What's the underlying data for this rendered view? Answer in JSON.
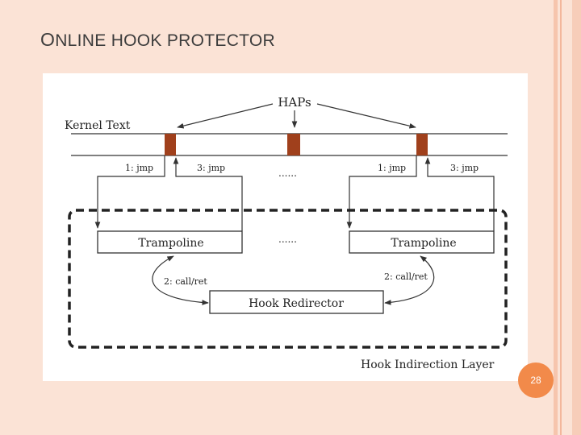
{
  "slide": {
    "title_first_letter": "O",
    "title_rest": "NLINE HOOK PROTECTOR",
    "page_number": "28"
  },
  "diagram": {
    "haps_label": "HAPs",
    "kernel_text_label": "Kernel Text",
    "ellipsis": "......",
    "jmp1_label": "1: jmp",
    "jmp3_label": "3: jmp",
    "trampoline_label": "Trampoline",
    "call_ret_label": "2: call/ret",
    "hook_redirector_label": "Hook Redirector",
    "layer_label": "Hook Indirection Layer"
  },
  "colors": {
    "background": "#fbe3d6",
    "hook_block": "#a0401c",
    "badge": "#f28a4a"
  }
}
